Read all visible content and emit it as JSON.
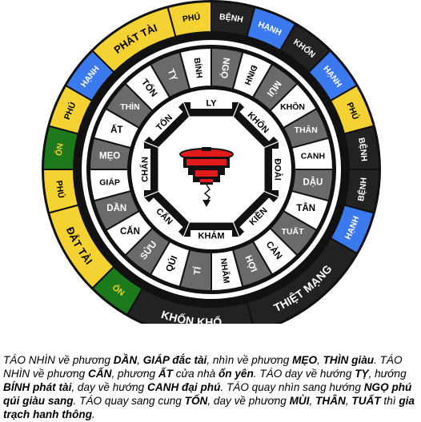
{
  "outer_ring": [
    {
      "text": "PHÁT TÀI",
      "bg": "#f4d232",
      "fg": "#000000",
      "start": -45,
      "end": -15
    },
    {
      "text": "PHÚ",
      "bg": "#f4d232",
      "fg": "#000000",
      "start": -15,
      "end": 0
    },
    {
      "text": "BỆNH",
      "bg": "#222222",
      "fg": "#ffffff",
      "start": 0,
      "end": 15
    },
    {
      "text": "HẠNH",
      "bg": "#3b79ee",
      "fg": "#ffffff",
      "start": 15,
      "end": 30
    },
    {
      "text": "KHỐN",
      "bg": "#222222",
      "fg": "#ffffff",
      "start": 30,
      "end": 45
    },
    {
      "text": "HẠNH",
      "bg": "#3b79ee",
      "fg": "#ffffff",
      "start": 45,
      "end": 60
    },
    {
      "text": "PHÚ",
      "bg": "#f4d232",
      "fg": "#000000",
      "start": 60,
      "end": 75
    },
    {
      "text": "BỆNH",
      "bg": "#222222",
      "fg": "#ffffff",
      "start": 75,
      "end": 90
    },
    {
      "text": "BỆNH",
      "bg": "#222222",
      "fg": "#ffffff",
      "start": 90,
      "end": 105
    },
    {
      "text": "HẠNH",
      "bg": "#3b79ee",
      "fg": "#ffffff",
      "start": 105,
      "end": 120
    },
    {
      "text": "THIỆT MẠNG",
      "bg": "#222222",
      "fg": "#ffffff",
      "start": 120,
      "end": 165
    },
    {
      "text": "KHỐN KHỔ",
      "bg": "#222222",
      "fg": "#ffffff",
      "start": 165,
      "end": 210
    },
    {
      "text": "ỔN",
      "bg": "#1c7a1c",
      "fg": "#f4d232",
      "start": 210,
      "end": 225
    },
    {
      "text": "ĐẮT TÀI",
      "bg": "#f4d232",
      "fg": "#000000",
      "start": 225,
      "end": 255
    },
    {
      "text": "PHÚ",
      "bg": "#f4d232",
      "fg": "#000000",
      "start": 255,
      "end": 270
    },
    {
      "text": "ỔN",
      "bg": "#1c7a1c",
      "fg": "#f4d232",
      "start": 270,
      "end": 285
    },
    {
      "text": "PHÚ",
      "bg": "#f4d232",
      "fg": "#000000",
      "start": 285,
      "end": 300
    },
    {
      "text": "HẠNH",
      "bg": "#3b79ee",
      "fg": "#ffffff",
      "start": 300,
      "end": 315
    }
  ],
  "direction_ring": [
    {
      "text": "TỴ",
      "dark": true
    },
    {
      "text": "BÍNH",
      "dark": false
    },
    {
      "text": "NGỌ",
      "dark": true
    },
    {
      "text": "ĐINH",
      "dark": false
    },
    {
      "text": "MÙI",
      "dark": true
    },
    {
      "text": "KHÔN",
      "dark": false
    },
    {
      "text": "THÂN",
      "dark": true
    },
    {
      "text": "CANH",
      "dark": false
    },
    {
      "text": "DẬU",
      "dark": true
    },
    {
      "text": "TÂN",
      "dark": false
    },
    {
      "text": "TUẤT",
      "dark": true
    },
    {
      "text": "CÀN",
      "dark": false
    },
    {
      "text": "HỢI",
      "dark": true
    },
    {
      "text": "NHÂM",
      "dark": false
    },
    {
      "text": "TÍ",
      "dark": true
    },
    {
      "text": "QÚI",
      "dark": false
    },
    {
      "text": "SỬU",
      "dark": true
    },
    {
      "text": "CẤN",
      "dark": false
    },
    {
      "text": "DẦN",
      "dark": true
    },
    {
      "text": "GIÁP",
      "dark": false
    },
    {
      "text": "MẸO",
      "dark": true
    },
    {
      "text": "ẤT",
      "dark": false
    },
    {
      "text": "THÌN",
      "dark": true
    },
    {
      "text": "TỐN",
      "dark": false
    }
  ],
  "trigram_ring": [
    {
      "text": "LY"
    },
    {
      "text": "KHÔN"
    },
    {
      "text": "ĐOÀI"
    },
    {
      "text": "KIỀN"
    },
    {
      "text": "KHẢM"
    },
    {
      "text": "CẤN"
    },
    {
      "text": "CHẤN"
    },
    {
      "text": "TỐN"
    }
  ],
  "caption": [
    {
      "t": "TÁO NHÌN về phương ",
      "b": false
    },
    {
      "t": "DẦN",
      "b": true
    },
    {
      "t": ", ",
      "b": false
    },
    {
      "t": "GIÁP đắc tài",
      "b": true
    },
    {
      "t": ", nhìn về phương ",
      "b": false
    },
    {
      "t": "MẸO",
      "b": true
    },
    {
      "t": ", ",
      "b": false
    },
    {
      "t": "THÌN giàu",
      "b": true
    },
    {
      "t": ". TÁO NHÌN về phương ",
      "b": false
    },
    {
      "t": "CẤN",
      "b": true
    },
    {
      "t": ", phương ",
      "b": false
    },
    {
      "t": "ẤT",
      "b": true
    },
    {
      "t": " cửa nhà ",
      "b": false
    },
    {
      "t": "ổn yên",
      "b": true
    },
    {
      "t": ".  TÁO day về hướng ",
      "b": false
    },
    {
      "t": "TỴ",
      "b": true
    },
    {
      "t": ", hướng ",
      "b": false
    },
    {
      "t": "BÍNH phát tài",
      "b": true
    },
    {
      "t": ", day về hướng ",
      "b": false
    },
    {
      "t": "CANH đại phú",
      "b": true
    },
    {
      "t": ". TÁO quay  nhìn sang hướng ",
      "b": false
    },
    {
      "t": "NGỌ phú qúi giàu sang",
      "b": true
    },
    {
      "t": ". TÁO quay sang cung ",
      "b": false
    },
    {
      "t": "TỐN",
      "b": true
    },
    {
      "t": ", day về phương ",
      "b": false
    },
    {
      "t": "MÙI",
      "b": true
    },
    {
      "t": ", ",
      "b": false
    },
    {
      "t": "THÂN",
      "b": true
    },
    {
      "t": ", ",
      "b": false
    },
    {
      "t": "TUẤT",
      "b": true
    },
    {
      "t": " thì ",
      "b": false
    },
    {
      "t": "gia trạch hanh thông",
      "b": true
    },
    {
      "t": ".",
      "b": false
    }
  ],
  "colors": {
    "ring_dark": "#6a6a6a",
    "ring_light": "#ffffff",
    "stove_red": "#e11b1b",
    "frame_black": "#111111"
  },
  "icons": {
    "center": "stove-icon"
  }
}
